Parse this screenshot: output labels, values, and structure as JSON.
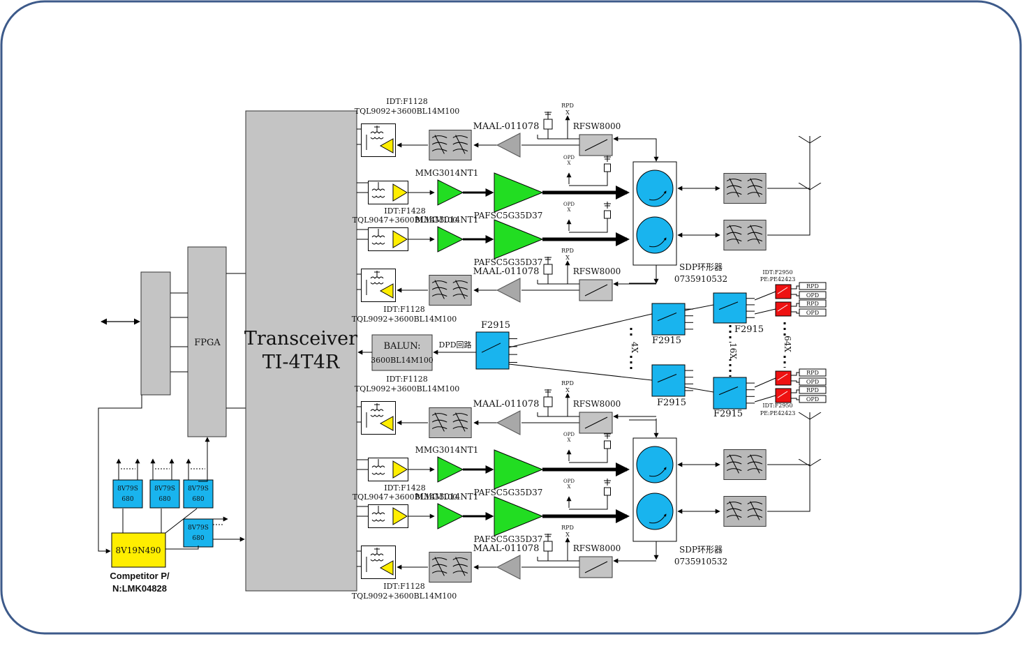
{
  "blocks": {
    "transceiver": {
      "line1": "Transceiver",
      "line2": "TI-4T4R"
    },
    "fpga": "FPGA",
    "balun": {
      "line1": "BALUN:",
      "line2": "3600BL14M100"
    },
    "dpd": "DPD回路",
    "clock_main": "8V19N490",
    "clock_buf": [
      "8V79S",
      "680"
    ],
    "competitor": {
      "line1": "Competitor P/",
      "line2": "N:LMK04828"
    }
  },
  "rx_channels": [
    {
      "lna_label": "IDT:F1128",
      "filter_label": "TQL9092+3600BL14M100",
      "amp_label": "MAAL-011078",
      "switch_label": "RFSW8000",
      "rpd_label": "RPD",
      "x_label": "X"
    },
    {
      "lna_label": "IDT:F1128",
      "filter_label": "TQL9092+3600BL14M100",
      "amp_label": "MAAL-011078",
      "switch_label": "RFSW8000",
      "rpd_label": "RPD",
      "x_label": "X"
    },
    {
      "lna_label": "IDT:F1128",
      "filter_label": "TQL9092+3600BL14M100",
      "amp_label": "MAAL-011078",
      "switch_label": "RFSW8000",
      "rpd_label": "RPD",
      "x_label": "X"
    },
    {
      "lna_label": "IDT:F1128",
      "filter_label": "TQL9092+3600BL14M100",
      "amp_label": "MAAL-011078",
      "switch_label": "RFSW8000",
      "rpd_label": "RPD",
      "x_label": "X"
    }
  ],
  "tx_channels": [
    {
      "driver_label": "MMG3014NT1",
      "pa_label": "PAFSC5G35D37",
      "opd_label": "OPD",
      "x_label": "X"
    },
    {
      "idt_label": "IDT:F1428",
      "filter_label": "TQL9047+3600BL14M100",
      "driver_label": "MMG3014NT1",
      "pa_label": "PAFSC5G35D37",
      "opd_label": "OPD",
      "x_label": "X"
    },
    {
      "driver_label": "MMG3014NT1",
      "pa_label": "PAFSC5G35D37",
      "opd_label": "OPD",
      "x_label": "X"
    },
    {
      "idt_label": "IDT:F1428",
      "filter_label": "TQL9047+3600BL14M100",
      "driver_label": "MMG3014NT1",
      "pa_label": "PAFSC5G35D37",
      "opd_label": "OPD",
      "x_label": "X"
    }
  ],
  "circulators": [
    {
      "label": "SDP环形器",
      "part": "0735910532"
    },
    {
      "label": "SDP环形器",
      "part": "0735910532"
    }
  ],
  "switch_matrix": {
    "f2915": "F2915",
    "mult_4x": "4X",
    "mult_16x": "16X",
    "mult_64x": "64X",
    "idt_f2950": "IDT:F2950",
    "pe42423": "PE:PE42423",
    "rpd": "RPD",
    "opd": "OPD"
  }
}
